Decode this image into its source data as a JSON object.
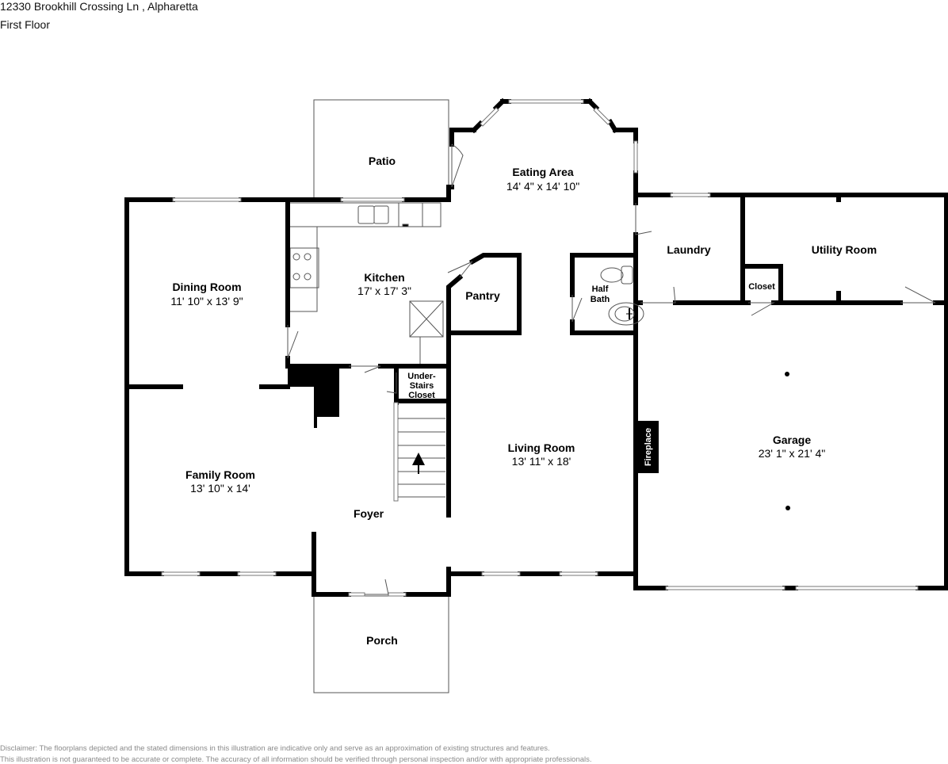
{
  "header": {
    "address": "12330 Brookhill Crossing Ln , Alpharetta",
    "floor": "First Floor"
  },
  "rooms": {
    "patio": {
      "name": "Patio"
    },
    "eating_area": {
      "name": "Eating Area",
      "dimensions": "14' 4\" x 14' 10\""
    },
    "dining_room": {
      "name": "Dining Room",
      "dimensions": "11' 10\" x 13' 9\""
    },
    "kitchen": {
      "name": "Kitchen",
      "dimensions": "17' x 17' 3\""
    },
    "pantry": {
      "name": "Pantry"
    },
    "half_bath": {
      "name_line1": "Half",
      "name_line2": "Bath"
    },
    "laundry": {
      "name": "Laundry"
    },
    "utility_room": {
      "name": "Utility Room"
    },
    "closet": {
      "name": "Closet"
    },
    "under_stairs_closet": {
      "name_line1": "Under-",
      "name_line2": "Stairs",
      "name_line3": "Closet"
    },
    "family_room": {
      "name": "Family Room",
      "dimensions": "13' 10\" x 14'"
    },
    "living_room": {
      "name": "Living Room",
      "dimensions": "13' 11\" x 18'"
    },
    "foyer": {
      "name": "Foyer"
    },
    "garage": {
      "name": "Garage",
      "dimensions": "23' 1\" x 21' 4\""
    },
    "porch": {
      "name": "Porch"
    }
  },
  "features": {
    "fireplace": "Fireplace"
  },
  "disclaimer": {
    "line1": "Disclaimer: The floorplans depicted and the stated dimensions in this illustration are indicative only and serve as an approximation of existing structures and features.",
    "line2": "This illustration is not guaranteed to be accurate or complete. The accuracy of all information should be verified through personal inspection and/or with appropriate professionals."
  },
  "colors": {
    "wall": "#000000",
    "thin_line": "#555555",
    "disclaimer_text": "#8a8a8a",
    "background": "#ffffff"
  }
}
